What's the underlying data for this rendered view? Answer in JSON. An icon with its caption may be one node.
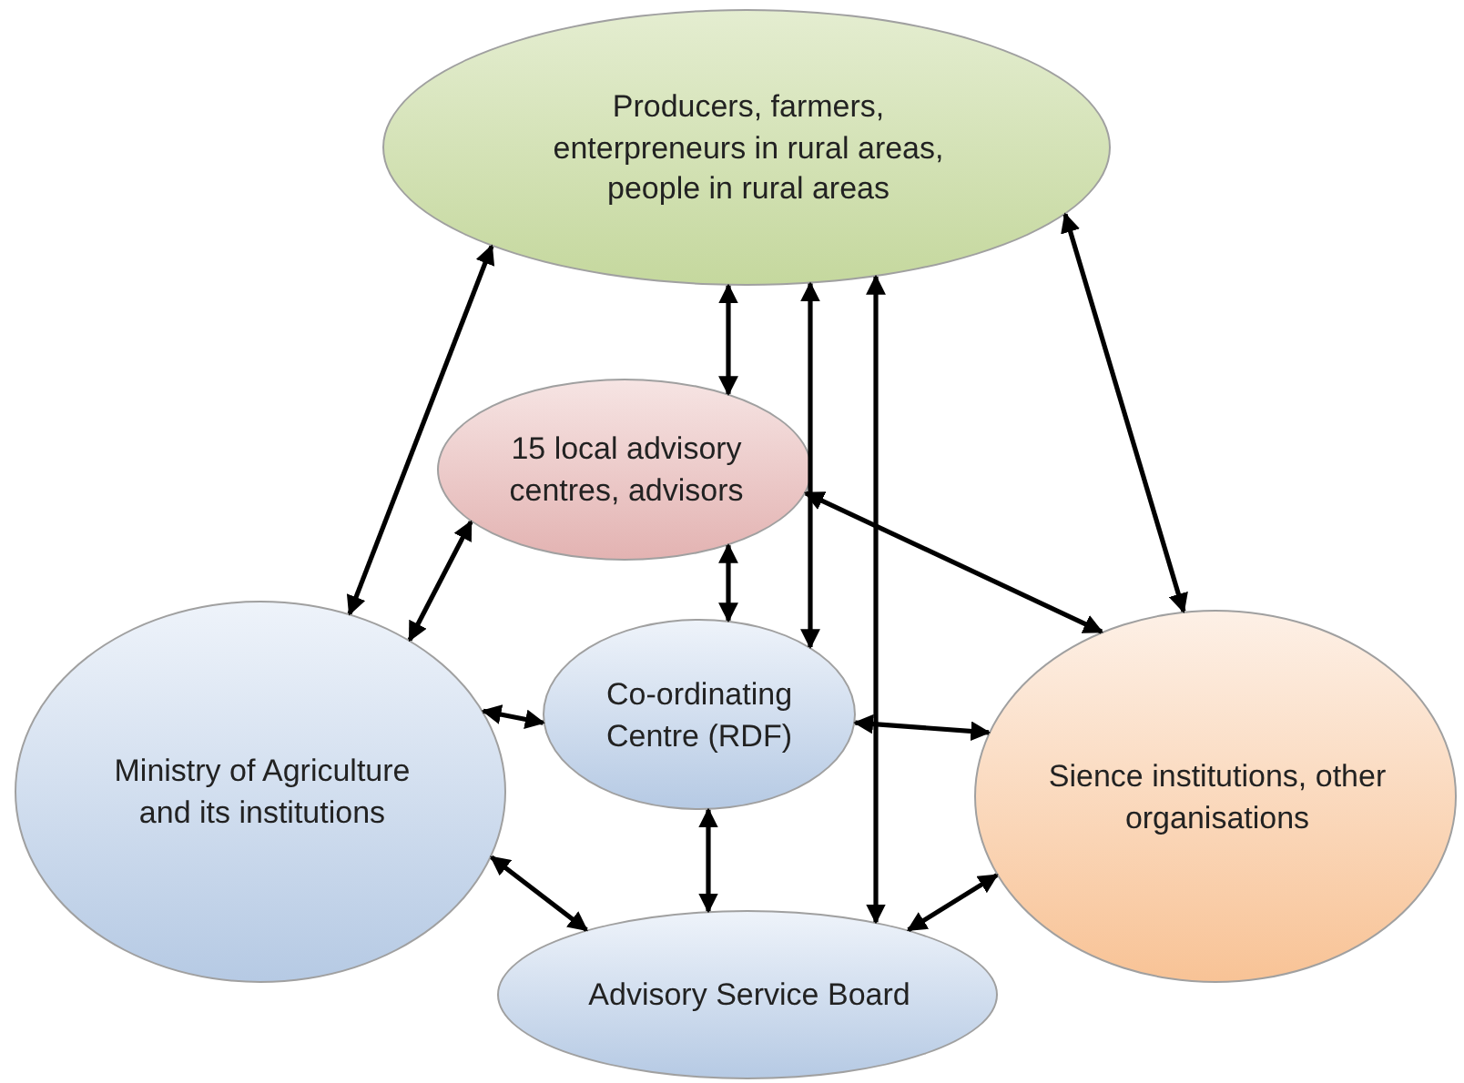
{
  "diagram": {
    "nodes": [
      {
        "text": [
          "Producers, farmers, enterpreneurs in rural areas, people in rural areas"
        ]
      },
      {
        "text": [
          "15 local advisory centres, advisors"
        ]
      },
      {
        "text": [
          "Co-ordinating Centre (RDF)"
        ]
      },
      {
        "text": [
          "Ministry of Agriculture and its institutions"
        ]
      },
      {
        "text": [
          "Sience institutions, other organisations"
        ]
      },
      {
        "text": [
          "Advisory Service Board"
        ]
      }
    ],
    "edges": [
      {
        "from": 0,
        "to": 1,
        "arrow": "both"
      },
      {
        "from": 0,
        "to": 2,
        "arrow": "both"
      },
      {
        "from": 0,
        "to": 5,
        "arrow": "both"
      },
      {
        "from": 0,
        "to": 3,
        "arrow": "both"
      },
      {
        "from": 0,
        "to": 4,
        "arrow": "both"
      },
      {
        "from": 1,
        "to": 2,
        "arrow": "both"
      },
      {
        "from": 1,
        "to": 3,
        "arrow": "both"
      },
      {
        "from": 1,
        "to": 4,
        "arrow": "both"
      },
      {
        "from": 2,
        "to": 3,
        "arrow": "both"
      },
      {
        "from": 2,
        "to": 4,
        "arrow": "both"
      },
      {
        "from": 2,
        "to": 5,
        "arrow": "both"
      },
      {
        "from": 3,
        "to": 5,
        "arrow": "both"
      },
      {
        "from": 4,
        "to": 5,
        "arrow": "both"
      }
    ]
  }
}
